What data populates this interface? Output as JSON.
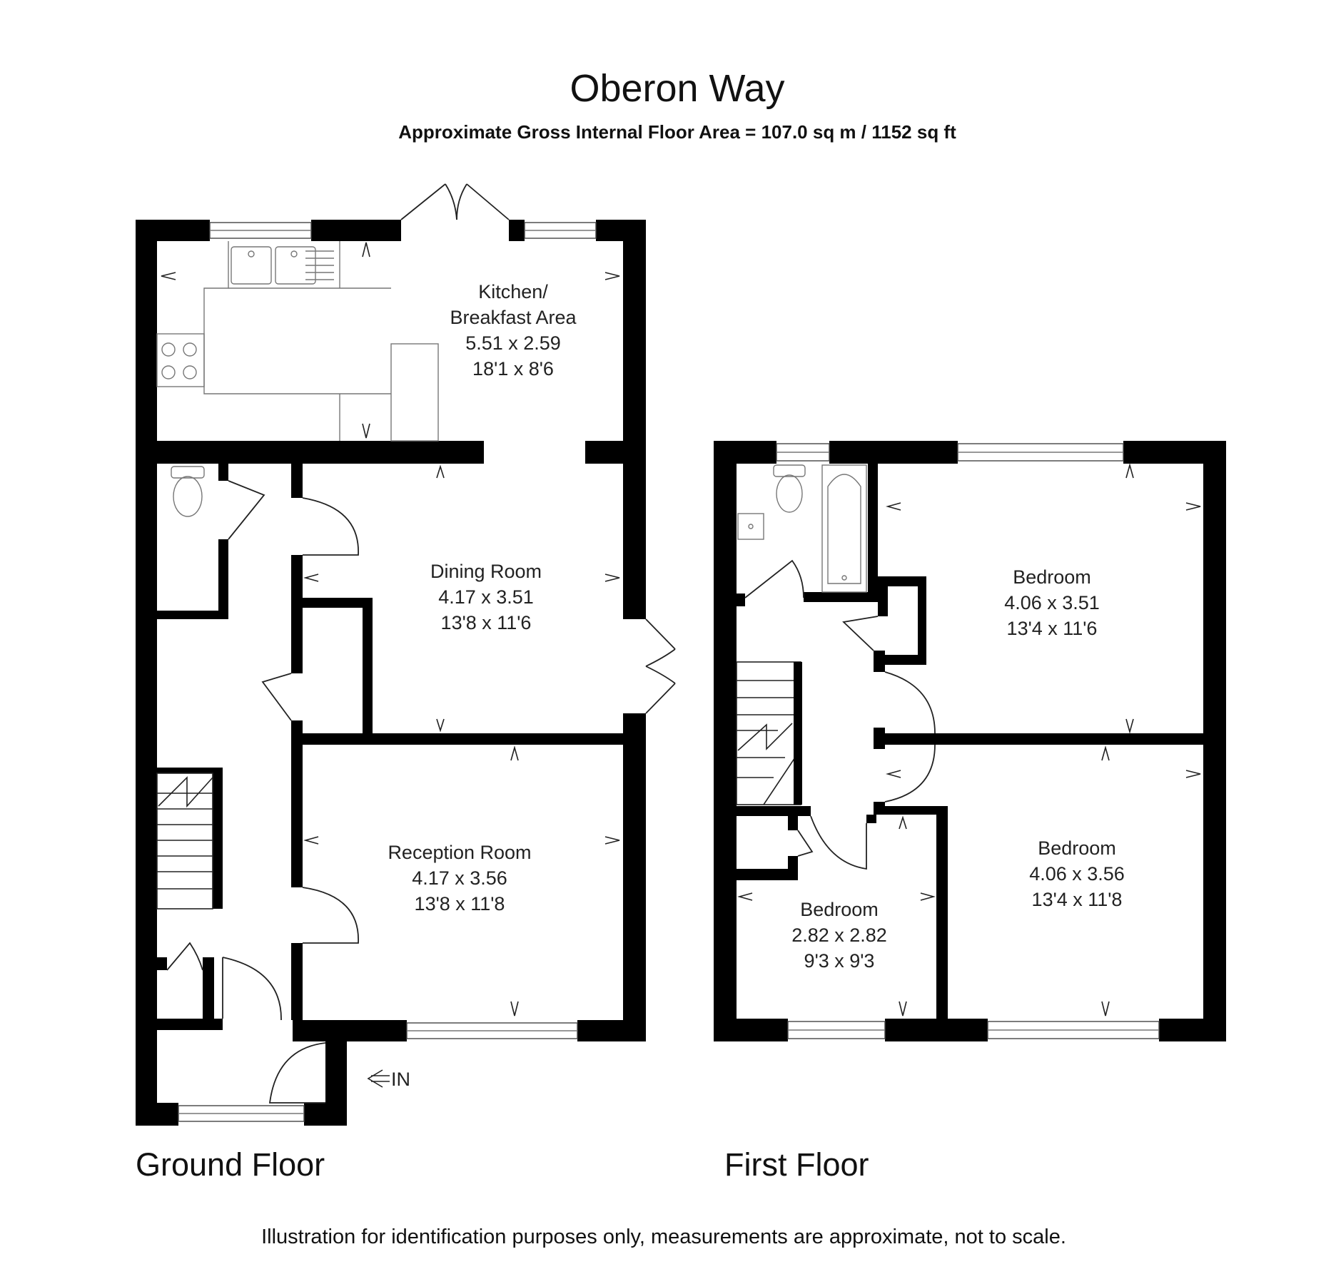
{
  "header": {
    "title": "Oberon Way",
    "subtitle": "Approximate Gross Internal Floor Area  = 107.0 sq m / 1152 sq ft"
  },
  "floors": {
    "ground": "Ground Floor",
    "first": "First Floor"
  },
  "rooms": {
    "kitchen": {
      "name1": "Kitchen/",
      "name2": "Breakfast Area",
      "metric": "5.51 x 2.59",
      "imperial": "18'1 x 8'6"
    },
    "dining": {
      "name": "Dining Room",
      "metric": "4.17 x 3.51",
      "imperial": "13'8 x 11'6"
    },
    "reception": {
      "name": "Reception Room",
      "metric": "4.17 x 3.56",
      "imperial": "13'8 x 11'8"
    },
    "bedroom_rear": {
      "name": "Bedroom",
      "metric": "4.06 x 3.51",
      "imperial": "13'4 x 11'6"
    },
    "bedroom_front": {
      "name": "Bedroom",
      "metric": "4.06 x 3.56",
      "imperial": "13'4 x 11'8"
    },
    "bedroom_small": {
      "name": "Bedroom",
      "metric": "2.82 x 2.82",
      "imperial": "9'3 x 9'3"
    }
  },
  "entrance": {
    "label": "IN"
  },
  "footer": {
    "disclaimer": "Illustration for identification purposes only, measurements are approximate, not to scale."
  }
}
